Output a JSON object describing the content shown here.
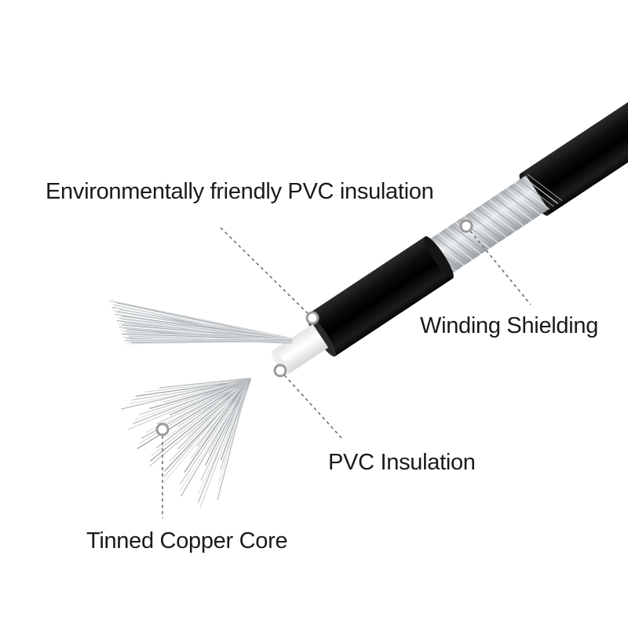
{
  "labels": {
    "env_insulation": "Environmentally friendly PVC insulation",
    "winding_shielding": "Winding Shielding",
    "pvc_insulation": "PVC Insulation",
    "tinned_copper_core": "Tinned Copper Core"
  },
  "colors": {
    "jacket": "#0b0b0b",
    "shield_wire": "#c9cdd1",
    "inner_insulation": "#f4f4f4",
    "copper_core": "#b8bcbf",
    "leader_line": "#707070",
    "text": "#1a1a1a"
  }
}
